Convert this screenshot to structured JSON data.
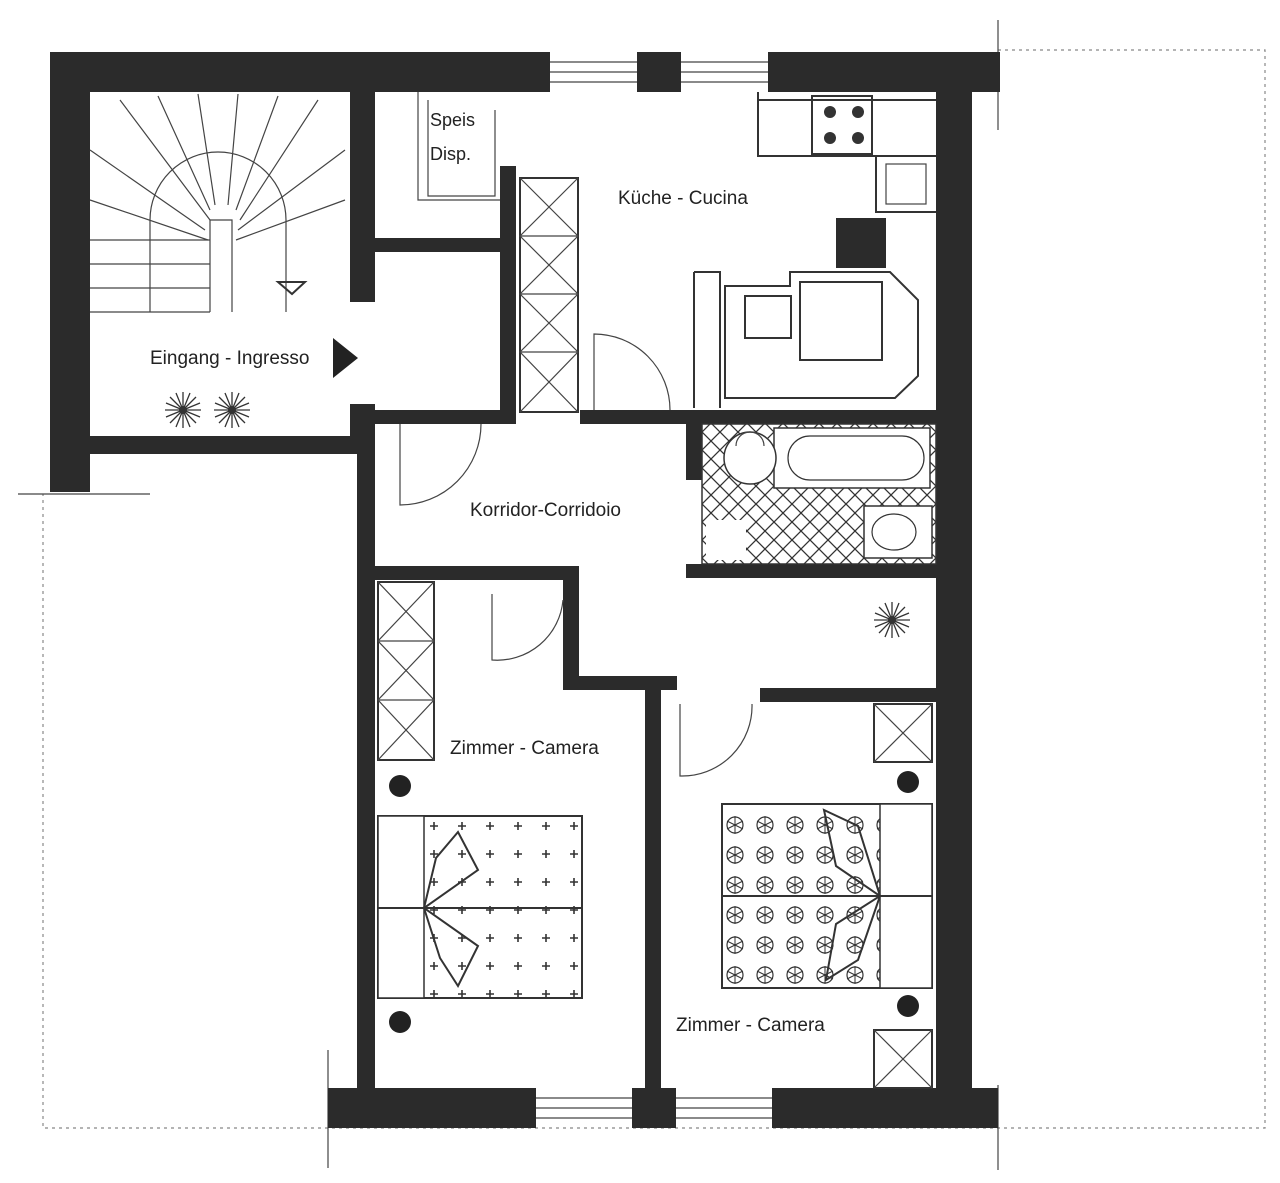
{
  "rooms": {
    "pantry_line1": "Speis",
    "pantry_line2": "Disp.",
    "kitchen": "Küche - Cucina",
    "entrance": "Eingang - Ingresso",
    "corridor": "Korridor-Corridoio",
    "bedroom_left": "Zimmer - Camera",
    "bedroom_right": "Zimmer - Camera"
  },
  "colors": {
    "wall": "#2b2b2b",
    "line": "#333333",
    "background": "#ffffff"
  }
}
